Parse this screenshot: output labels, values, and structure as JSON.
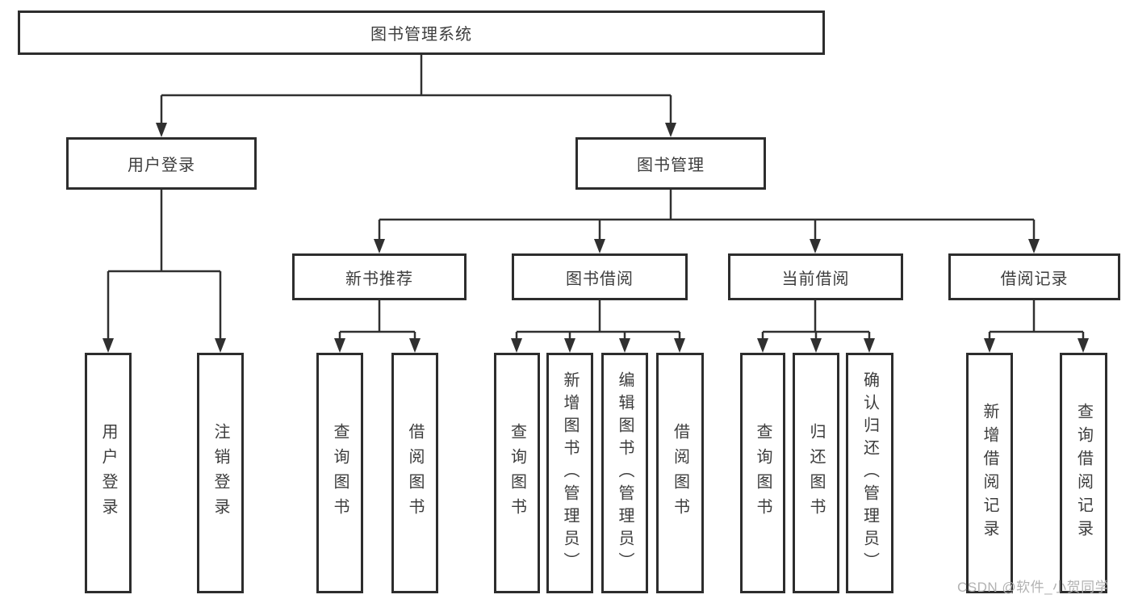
{
  "diagram_title": "图书管理系统",
  "nodes": {
    "root": "图书管理系统",
    "user_login": "用户登录",
    "book_mgmt": "图书管理",
    "new_rec": "新书推荐",
    "borrow": "图书借阅",
    "current": "当前借阅",
    "record": "借阅记录",
    "u1": "用户登录",
    "u2": "注销登录",
    "n1": "查询图书",
    "n2": "借阅图书",
    "b1": "查询图书",
    "b2": "新增图书（管理员）",
    "b3": "编辑图书（管理员）",
    "b4": "借阅图书",
    "c1": "查询图书",
    "c2": "归还图书",
    "c3": "确认归还（管理员）",
    "r1": "新增借阅记录",
    "r2": "查询借阅记录"
  },
  "watermark": "CSDN @软件_小贺同学",
  "colors": {
    "line": "#303030",
    "box_border": "#2d2d2d",
    "text": "#3d3d3d",
    "background": "#ffffff",
    "watermark": "#b2b2b2"
  }
}
